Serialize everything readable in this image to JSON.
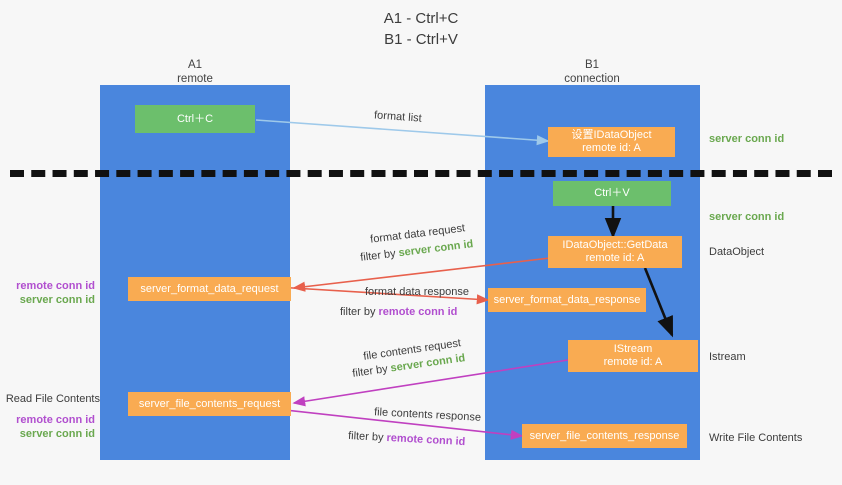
{
  "title": "A1 - Ctrl+C\nB1 - Ctrl+V",
  "columns": [
    {
      "name": "A1",
      "sub": "remote"
    },
    {
      "name": "B1",
      "sub": "connection"
    }
  ],
  "colors": {
    "lane": "#4a86dd",
    "green_box": "#6cbf6c",
    "orange_box": "#f9ab52",
    "server_conn_id": "#6aa84f",
    "remote_conn_id": "#b14fcf",
    "divider": "#111111",
    "background": "#f7f7f7"
  },
  "boxes": {
    "ctrl_c": {
      "line1": "Ctrl＋C",
      "line2": ""
    },
    "ctrl_v": {
      "line1": "Ctrl＋V",
      "line2": ""
    },
    "idataobject_set": {
      "line1": "设置IDataObject",
      "line2": "remote id: A"
    },
    "idataobject_getdata": {
      "line1": "IDataObject::GetData",
      "line2": "remote id: A"
    },
    "istream": {
      "line1": "IStream",
      "line2": "remote id: A"
    },
    "server_format_data_request": {
      "line1": "server_format_data_request",
      "line2": ""
    },
    "server_format_data_response": {
      "line1": "server_format_data_response",
      "line2": ""
    },
    "server_file_contents_request": {
      "line1": "server_file_contents_request",
      "line2": ""
    },
    "server_file_contents_response": {
      "line1": "server_file_contents_response",
      "line2": ""
    }
  },
  "right_notes": {
    "server_conn_id_top": "server conn id",
    "server_conn_id_mid": "server conn id",
    "data_object": "DataObject",
    "istream": "Istream",
    "write_file_contents": "Write File Contents"
  },
  "left_notes": {
    "remote_conn_id_1": "remote conn id",
    "server_conn_id_1": "server conn id",
    "read_file_contents": "Read File Contents",
    "remote_conn_id_2": "remote conn id",
    "server_conn_id_2": "server conn id"
  },
  "edge_labels": {
    "format_list": "format list",
    "format_data_request": "format data request",
    "format_data_request_filter_prefix": "filter by ",
    "format_data_request_filter_value": "server conn id",
    "format_data_response": "format data response",
    "format_data_response_filter_prefix": "filter by ",
    "format_data_response_filter_value": "remote conn id",
    "file_contents_request": "file contents request",
    "file_contents_request_filter_prefix": "filter by ",
    "file_contents_request_filter_value": "server conn id",
    "file_contents_response": "file contents response",
    "file_contents_response_filter_prefix": "filter by ",
    "file_contents_response_filter_value": "remote conn id"
  }
}
